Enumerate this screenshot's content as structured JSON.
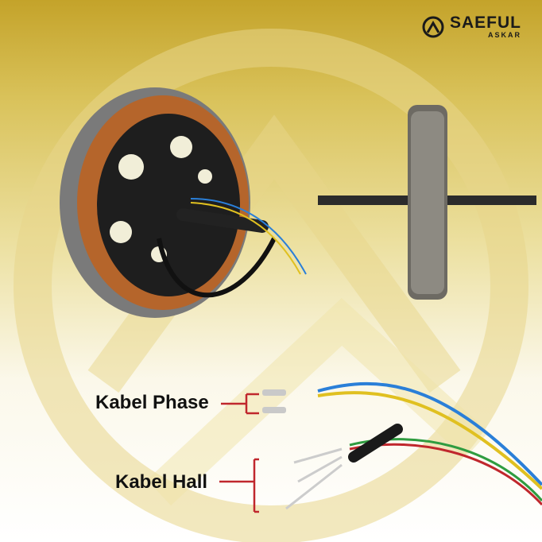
{
  "logo": {
    "brand": "SAEFUL",
    "sub": "ASKAR"
  },
  "labels": {
    "phase": "Kabel Phase",
    "hall": "Kabel Hall"
  },
  "colors": {
    "gold": "#c4a32a",
    "accent_line": "#c0272d",
    "copper": "#b5652b"
  }
}
